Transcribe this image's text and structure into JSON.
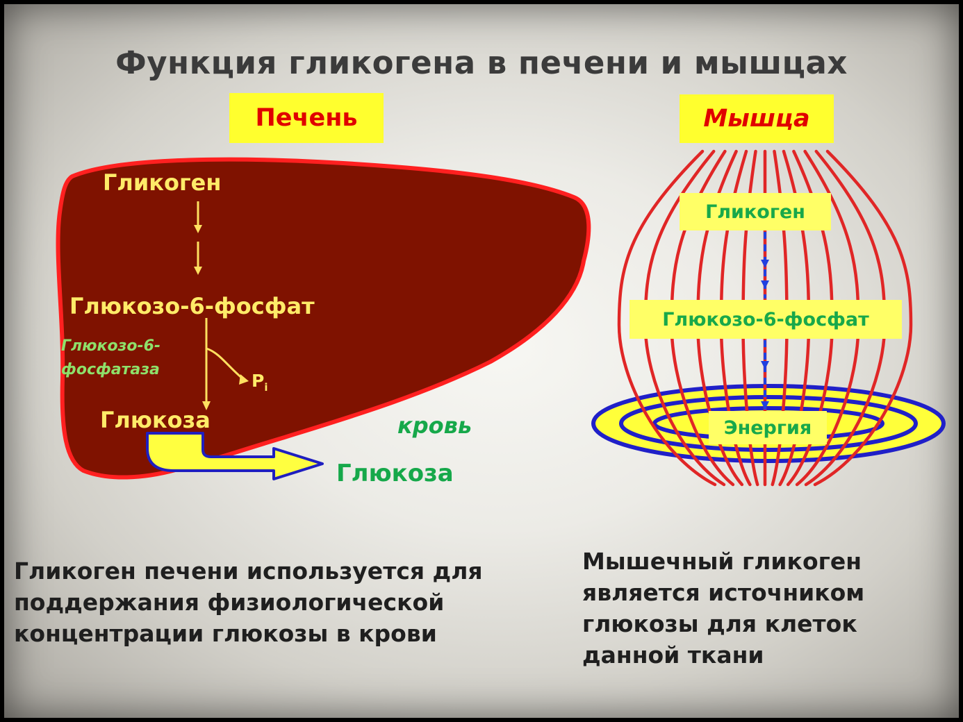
{
  "title": "Функция гликогена в печени и мышцах",
  "liver": {
    "header": "Печень",
    "glycogen": "Гликоген",
    "g6p": "Глюкозо-6-фосфат",
    "enzyme_line1": "Глюкозо-6-",
    "enzyme_line2": "фосфатаза",
    "pi": "P",
    "pi_sub": "i",
    "glucose": "Глюкоза",
    "blood_label": "кровь",
    "blood_glucose": "Глюкоза",
    "caption_lines": [
      "Гликоген печени используется для",
      "поддержания физиологической",
      "концентрации глюкозы в крови"
    ]
  },
  "muscle": {
    "header": "Мышца",
    "glycogen": "Гликоген",
    "g6p": "Глюкозо-6-фосфат",
    "energy": "Энергия",
    "caption_lines": [
      "Мышечный гликоген",
      "является источником",
      "глюкозы для клеток",
      "данной ткани"
    ]
  },
  "colors": {
    "liver_fill": "#7f1200",
    "liver_outline": "#ff2020",
    "fiber": "#e02626",
    "header_bg": "#ffff2e",
    "box_bg": "#ffff66",
    "arrow_yellow": "#ffff40",
    "arrow_outline": "#1f1fc0",
    "ring_blue": "#2020c8"
  }
}
